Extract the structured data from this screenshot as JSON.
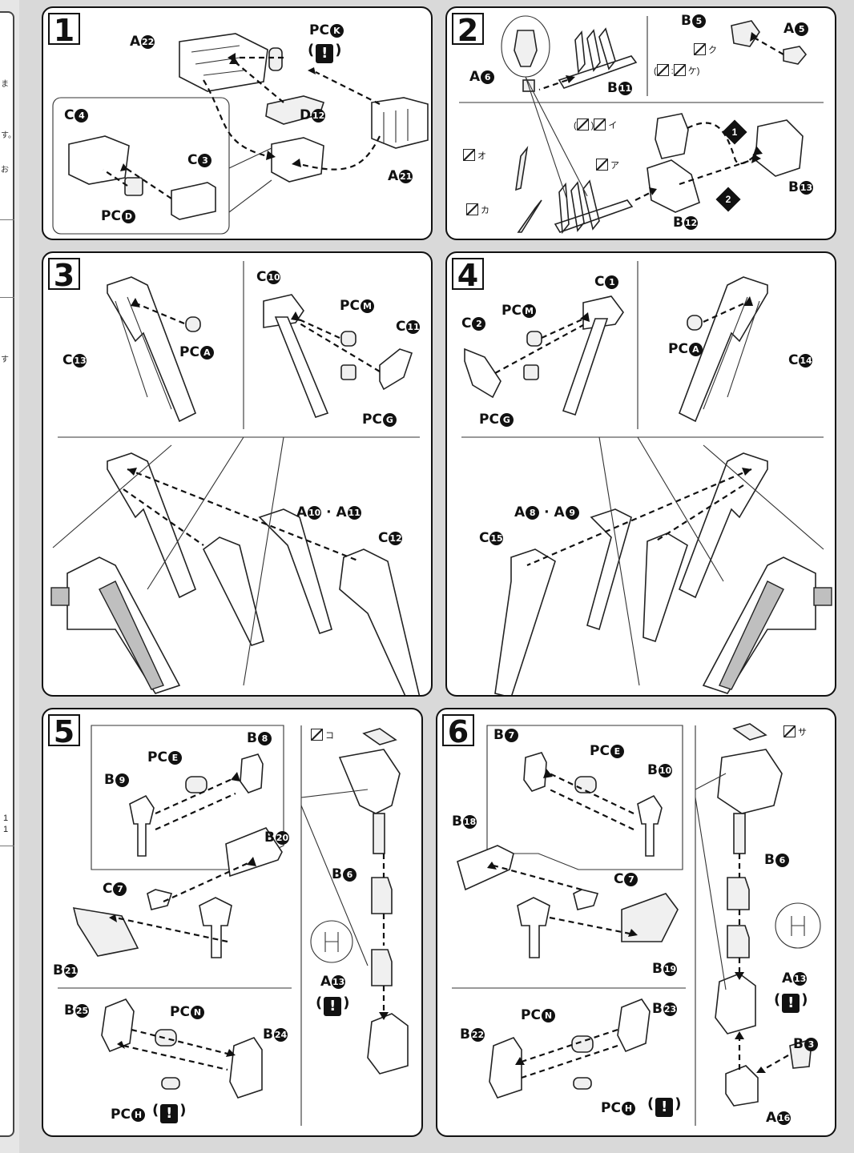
{
  "sidebar": {
    "chars": [
      "ま",
      "す。",
      "お",
      "す"
    ],
    "page_lines": [
      "1",
      "1"
    ]
  },
  "panels": [
    {
      "num": "1",
      "labels": {
        "a22": "A",
        "a22n": "22",
        "pck": "PC",
        "pckn": "K",
        "d12": "D",
        "d12n": "12",
        "c4": "C",
        "c4n": "4",
        "c3": "C",
        "c3n": "3",
        "pcd": "PC",
        "pcdn": "D",
        "a21": "A",
        "a21n": "21"
      },
      "warning": "!"
    },
    {
      "num": "2",
      "labels": {
        "a6": "A",
        "a6n": "6",
        "b11": "B",
        "b11n": "11",
        "b5": "B",
        "b5n": "5",
        "a5": "A",
        "a5n": "5",
        "b13": "B",
        "b13n": "13",
        "b12": "B",
        "b12n": "12"
      },
      "cutters": {
        "ku": "ク",
        "ke": "ケ",
        "i": "イ",
        "o": "オ",
        "a": "ア",
        "ka": "カ"
      },
      "steps": [
        "1",
        "2"
      ]
    },
    {
      "num": "3",
      "labels": {
        "c13": "C",
        "c13n": "13",
        "pca": "PC",
        "pcan": "A",
        "c10": "C",
        "c10n": "10",
        "pcm": "PC",
        "pcmn": "M",
        "c11": "C",
        "c11n": "11",
        "pcg": "PC",
        "pcgn": "G",
        "a10a11": "A",
        "a10n": "10",
        "a11n": "11",
        "c12": "C",
        "c12n": "12"
      }
    },
    {
      "num": "4",
      "labels": {
        "c1": "C",
        "c1n": "1",
        "pcm": "PC",
        "pcmn": "M",
        "c2": "C",
        "c2n": "2",
        "pcg": "PC",
        "pcgn": "G",
        "pca": "PC",
        "pcan": "A",
        "c14": "C",
        "c14n": "14",
        "a8a9": "A",
        "a8n": "8",
        "a9n": "9",
        "c15": "C",
        "c15n": "15"
      }
    },
    {
      "num": "5",
      "labels": {
        "pce": "PC",
        "pcen": "E",
        "b8": "B",
        "b8n": "8",
        "b9": "B",
        "b9n": "9",
        "b20": "B",
        "b20n": "20",
        "c7": "C",
        "c7n": "7",
        "b21": "B",
        "b21n": "21",
        "b6": "B",
        "b6n": "6",
        "a13": "A",
        "a13n": "13",
        "b25": "B",
        "b25n": "25",
        "pcn": "PC",
        "pcnn": "N",
        "b24": "B",
        "b24n": "24",
        "pch": "PC",
        "pchn": "H"
      },
      "cutters": {
        "ko": "コ"
      },
      "warning": "!"
    },
    {
      "num": "6",
      "labels": {
        "b7": "B",
        "b7n": "7",
        "pce": "PC",
        "pcen": "E",
        "b10": "B",
        "b10n": "10",
        "b18": "B",
        "b18n": "18",
        "c7": "C",
        "c7n": "7",
        "b19": "B",
        "b19n": "19",
        "b6": "B",
        "b6n": "6",
        "a13": "A",
        "a13n": "13",
        "b22": "B",
        "b22n": "22",
        "pcn": "PC",
        "pcnn": "N",
        "b23": "B",
        "b23n": "23",
        "pch": "PC",
        "pchn": "H",
        "b3": "B",
        "b3n": "3",
        "a16": "A",
        "a16n": "16"
      },
      "cutters": {
        "sa": "サ"
      },
      "warning": "!"
    }
  ]
}
